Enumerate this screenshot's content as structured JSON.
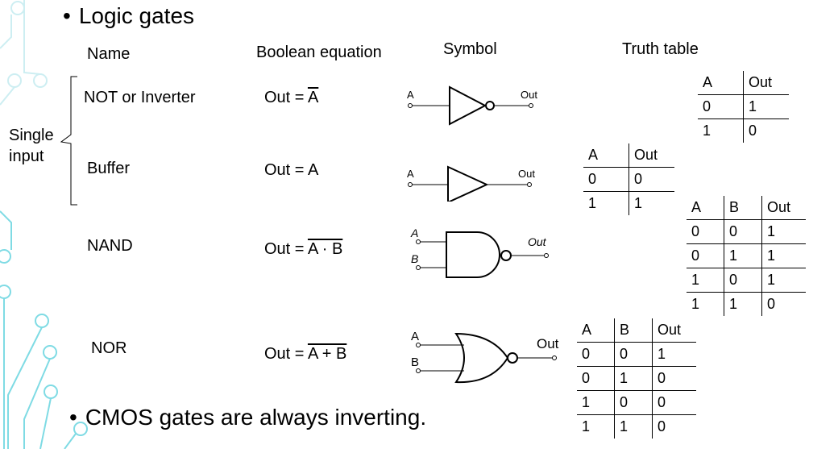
{
  "title": "Logic gates",
  "footer_bullet": "CMOS gates are always inverting.",
  "headers": {
    "name": "Name",
    "equation": "Boolean equation",
    "symbol": "Symbol",
    "truth": "Truth table"
  },
  "single_input": {
    "line1": "Single",
    "line2": "input"
  },
  "gates": [
    {
      "name": "NOT or Inverter",
      "eq_prefix": "Out = ",
      "eq_expr": "A",
      "pins": {
        "a": "A",
        "out": "Out"
      },
      "truth": {
        "headers": [
          "A",
          "Out"
        ],
        "rows": [
          [
            "0",
            "1"
          ],
          [
            "1",
            "0"
          ]
        ]
      }
    },
    {
      "name": "Buffer",
      "eq_prefix": "Out = ",
      "eq_expr": "A",
      "pins": {
        "a": "A",
        "out": "Out"
      },
      "truth": {
        "headers": [
          "A",
          "Out"
        ],
        "rows": [
          [
            "0",
            "0"
          ],
          [
            "1",
            "1"
          ]
        ]
      }
    },
    {
      "name": "NAND",
      "eq_prefix": "Out = ",
      "eq_expr": "A · B",
      "pins": {
        "a": "A",
        "b": "B",
        "out": "Out"
      },
      "truth": {
        "headers": [
          "A",
          "B",
          "Out"
        ],
        "rows": [
          [
            "0",
            "0",
            "1"
          ],
          [
            "0",
            "1",
            "1"
          ],
          [
            "1",
            "0",
            "1"
          ],
          [
            "1",
            "1",
            "0"
          ]
        ]
      }
    },
    {
      "name": "NOR",
      "eq_prefix": "Out = ",
      "eq_expr": "A + B",
      "pins": {
        "a": "A",
        "b": "B",
        "out": "Out"
      },
      "truth": {
        "headers": [
          "A",
          "B",
          "Out"
        ],
        "rows": [
          [
            "0",
            "0",
            "1"
          ],
          [
            "0",
            "1",
            "0"
          ],
          [
            "1",
            "0",
            "0"
          ],
          [
            "1",
            "1",
            "0"
          ]
        ]
      }
    }
  ]
}
